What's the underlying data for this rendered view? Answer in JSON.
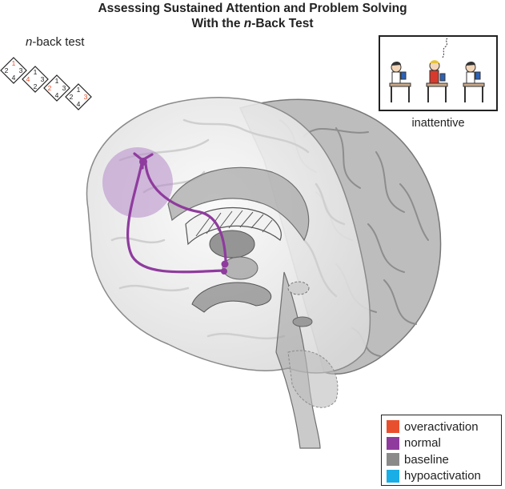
{
  "title": {
    "line1": "Assessing Sustained Attention and Problem Solving",
    "line2_prefix": "With the ",
    "line2_italic": "n",
    "line2_suffix": "-Back Test"
  },
  "nback": {
    "label_italic": "n",
    "label_rest": "-back test",
    "cards": [
      {
        "digits": [
          "1",
          "2",
          "3",
          "4"
        ],
        "highlight": 0
      },
      {
        "digits": [
          "1",
          "4",
          "3",
          "2"
        ],
        "highlight": 1
      },
      {
        "digits": [
          "1",
          "2",
          "3",
          "4"
        ],
        "highlight": 1
      },
      {
        "digits": [
          "1",
          "2",
          "3",
          "4"
        ],
        "highlight": 2
      }
    ]
  },
  "inset": {
    "label": "inattentive"
  },
  "legend": {
    "items": [
      {
        "label": "overactivation",
        "color": "#e8502d"
      },
      {
        "label": "normal",
        "color": "#8f3b9e"
      },
      {
        "label": "baseline",
        "color": "#8a8a8a"
      },
      {
        "label": "hypoactivation",
        "color": "#19aee6"
      }
    ]
  },
  "colors": {
    "normal_activation": "#8f3b9e",
    "highlight_digit": "#e8502d",
    "region_halo": "#b58ac9"
  }
}
